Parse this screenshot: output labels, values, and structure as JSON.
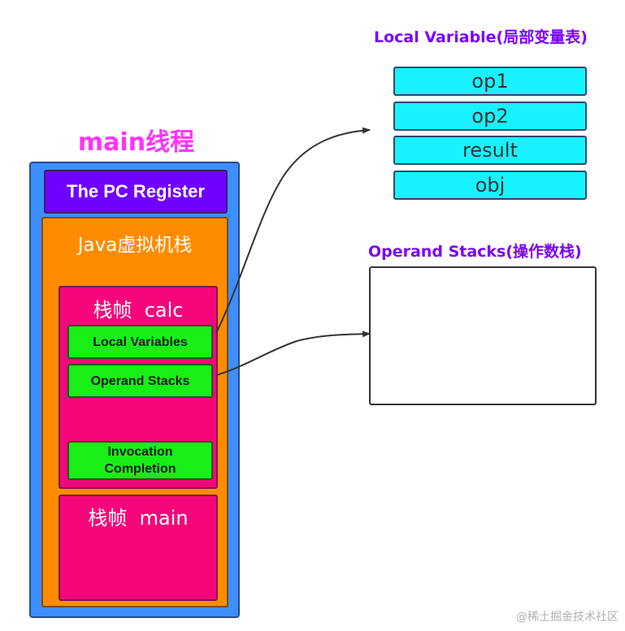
{
  "thread": {
    "title": "main线程",
    "pc_register_label": "The PC Register",
    "jvm_stack_label": "Java虚拟机栈",
    "frames": [
      {
        "title": "栈帧  calc",
        "items": {
          "local_variables": "Local Variables",
          "operand_stacks": "Operand Stacks",
          "invocation_line1": "Invocation",
          "invocation_line2": "Completion"
        }
      },
      {
        "title": "栈帧  main"
      }
    ]
  },
  "local_variable_table": {
    "title": "Local Variable(局部变量表)",
    "slots": [
      "op1",
      "op2",
      "result",
      "obj"
    ]
  },
  "operand_stack": {
    "title": "Operand Stacks(操作数栈)"
  },
  "watermark": "@稀土掘金技术社区",
  "colors": {
    "thread_fill": "#3d8eff",
    "pc_register_fill": "#7000ff",
    "jvm_stack_fill": "#ff8c00",
    "frame_fill": "#f5077b",
    "frame_item_fill": "#17ef17",
    "slot_fill": "#16f2ff",
    "thread_title": "#ff33ff",
    "section_title": "#7a00ff"
  }
}
